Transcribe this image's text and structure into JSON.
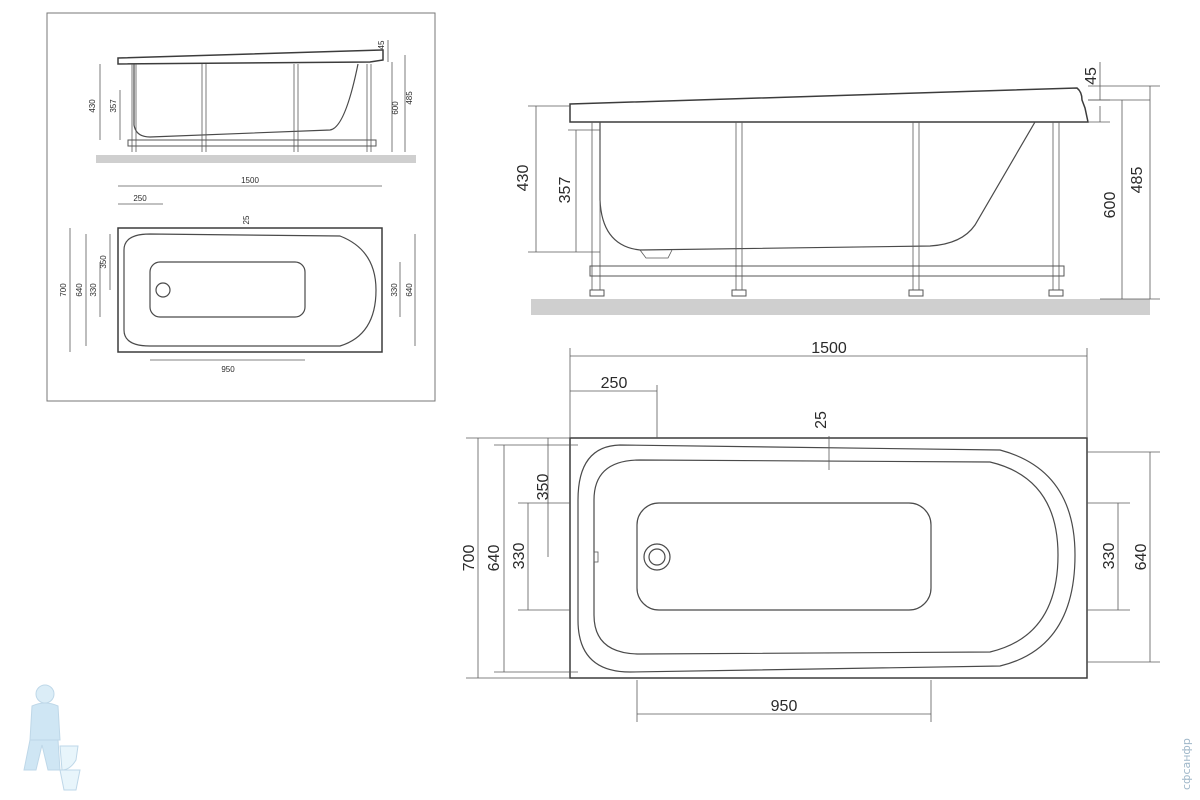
{
  "small_side_view": {
    "height_430": "430",
    "inner_357": "357",
    "top_45": "45",
    "with_legs_600": "600",
    "rim_485": "485"
  },
  "small_top_view": {
    "length_1500": "1500",
    "offset_250": "250",
    "rim_25": "25",
    "width_700": "700",
    "inner_640": "640",
    "drain_350": "350",
    "basin_330": "330",
    "right_330": "330",
    "right_640": "640",
    "basin_950": "950"
  },
  "side_view": {
    "height_430": "430",
    "inner_357": "357",
    "top_45": "45",
    "with_legs_600": "600",
    "rim_485": "485"
  },
  "top_view": {
    "length_1500": "1500",
    "offset_250": "250",
    "rim_25": "25",
    "width_700": "700",
    "inner_640": "640",
    "drain_350": "350",
    "basin_330": "330",
    "right_330": "330",
    "right_640": "640",
    "basin_950": "950"
  },
  "watermark": "сфсанфр",
  "logo_icon": "plumber-mascot-icon"
}
